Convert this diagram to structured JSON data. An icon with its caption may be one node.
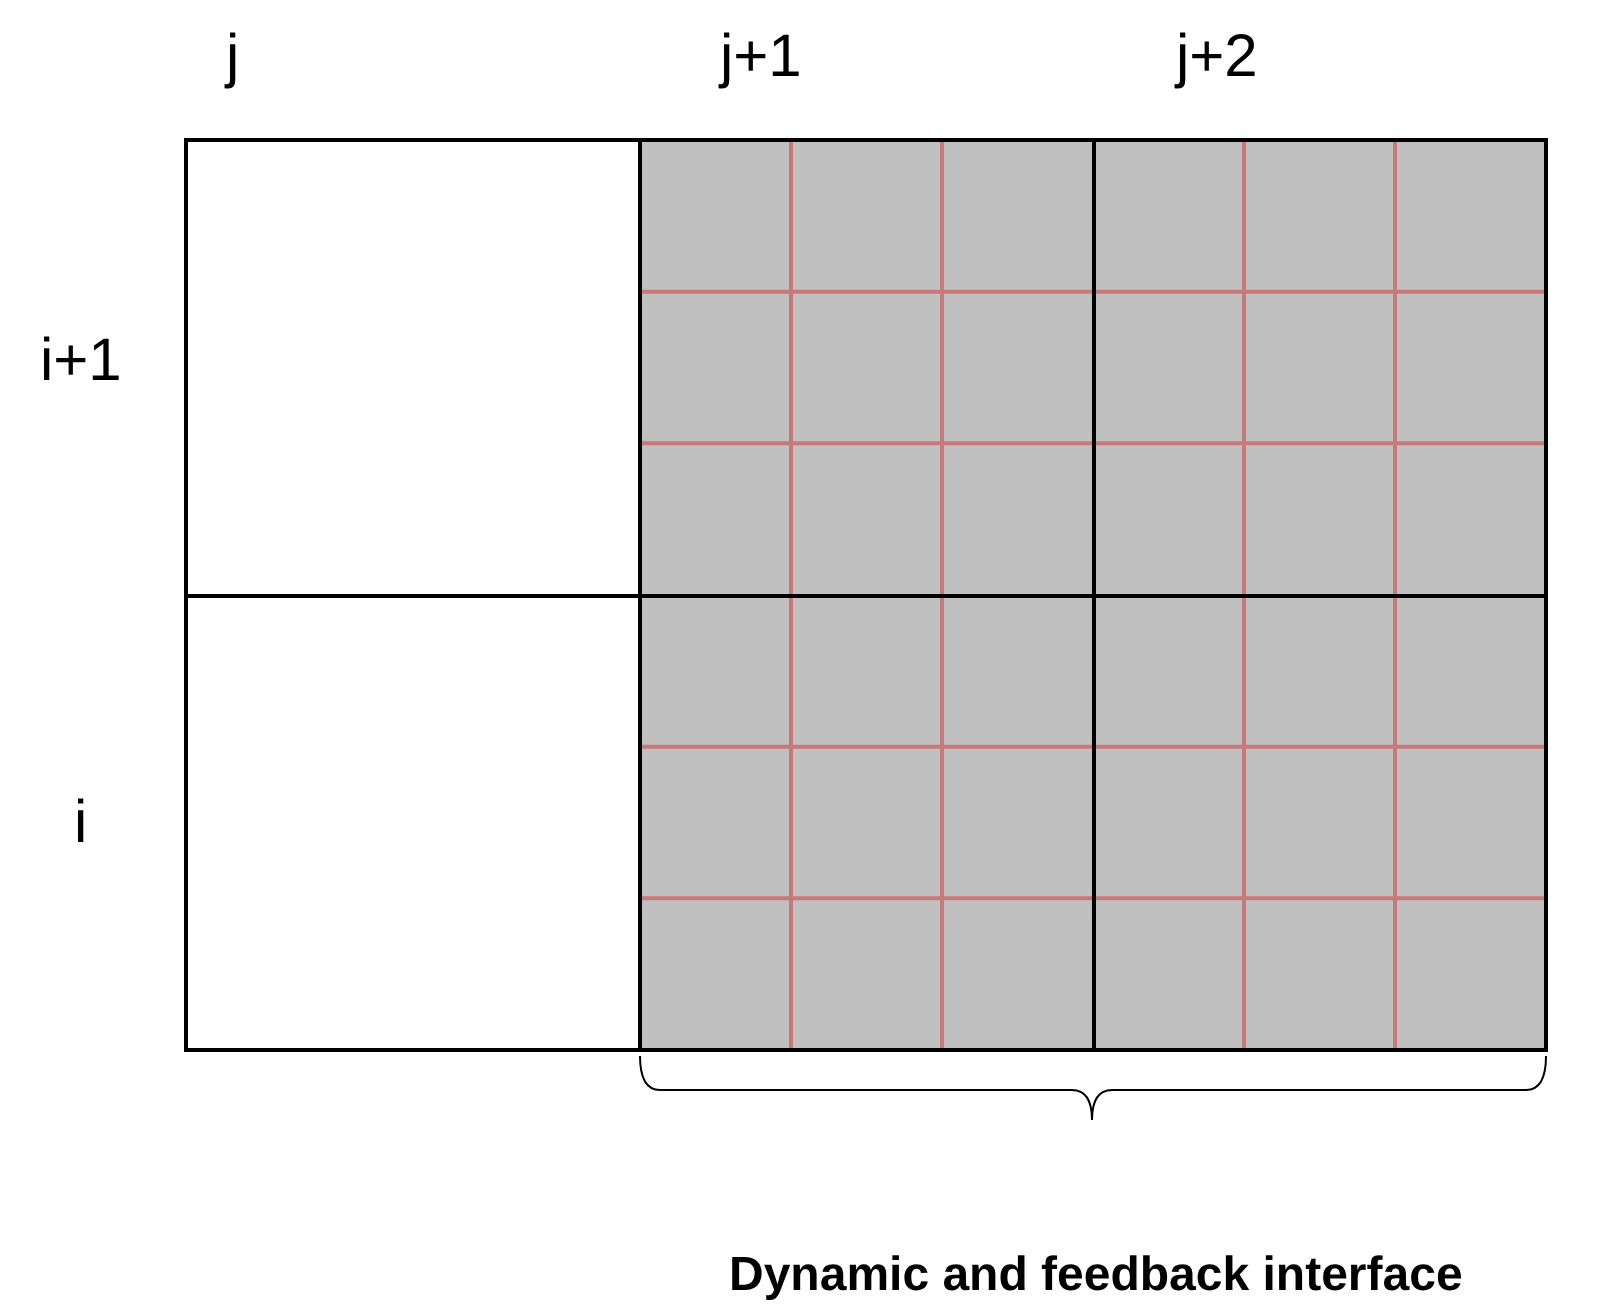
{
  "diagram": {
    "labels": [
      "j",
      "j+1",
      "j+2",
      "i+1",
      "i",
      "Dynamic and feedback interface"
    ]
  }
}
